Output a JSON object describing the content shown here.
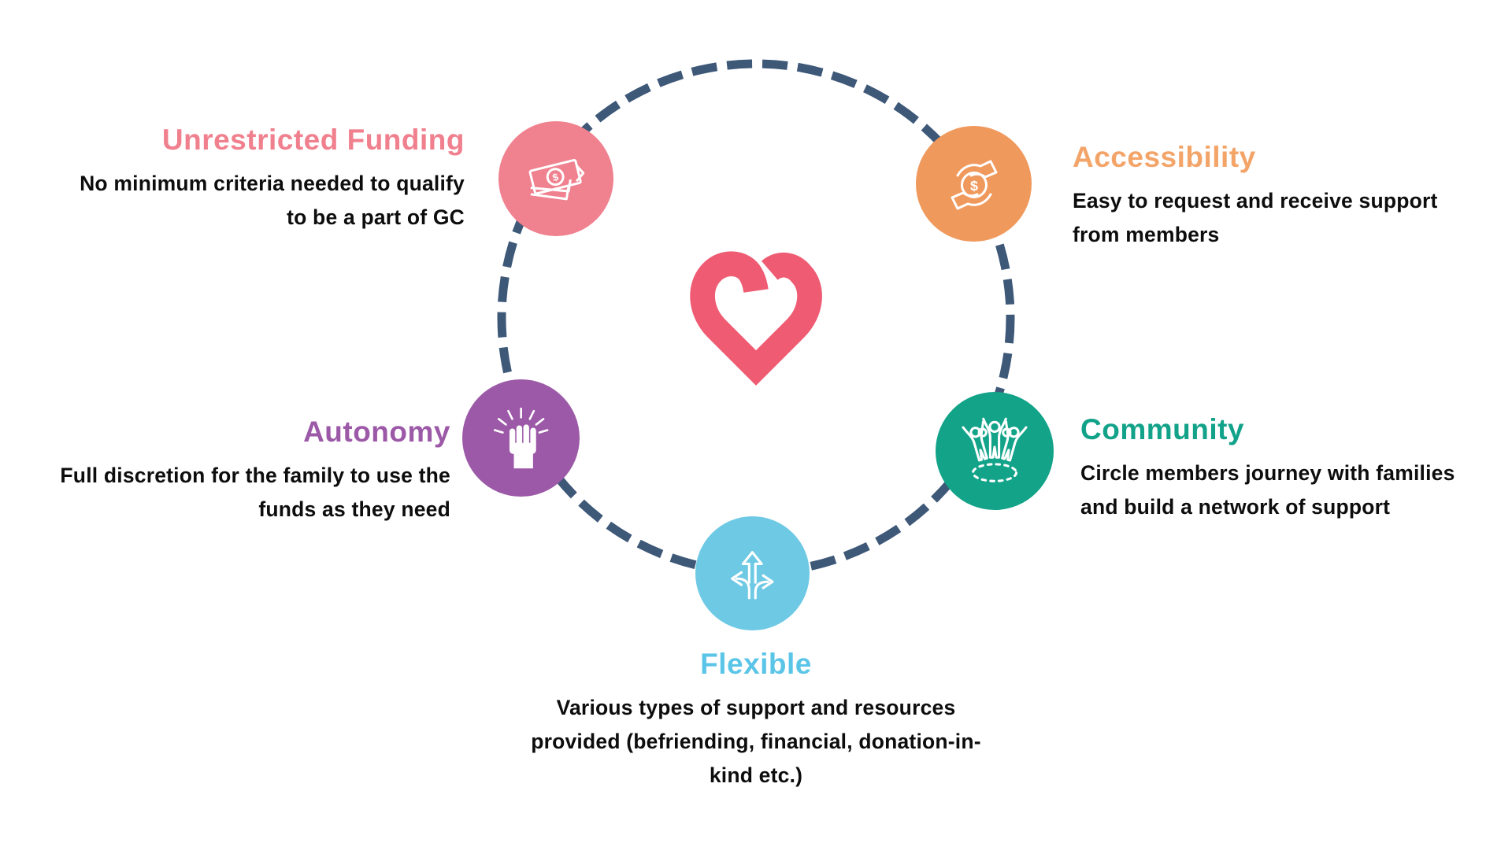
{
  "background_color": "#FFFFFF",
  "ring": {
    "color": "#3E5878"
  },
  "center_heart": {
    "color": "#EE5B72"
  },
  "text_color": "#0D0D0D",
  "nodes": [
    {
      "key": "unrestricted-funding",
      "title": "Unrestricted Funding",
      "description": "No minimum criteria needed to qualify\nto be a part of GC",
      "circle_color": "#F0818F",
      "title_color": "#F0808E",
      "icon": "money-bills-icon"
    },
    {
      "key": "accessibility",
      "title": "Accessibility",
      "description": "Easy to request and receive support\nfrom members",
      "circle_color": "#F0995D",
      "title_color": "#F3A469",
      "icon": "hands-exchanging-money-icon"
    },
    {
      "key": "autonomy",
      "title": "Autonomy",
      "description": "Full discretion for the family to use the\nfunds as they need",
      "circle_color": "#9C59A7",
      "title_color": "#9C59A7",
      "icon": "raised-fist-icon"
    },
    {
      "key": "community",
      "title": "Community",
      "description": "Circle members journey with families\nand build a network of support",
      "circle_color": "#12A389",
      "title_color": "#12A289",
      "icon": "people-group-icon"
    },
    {
      "key": "flexible",
      "title": "Flexible",
      "description": "Various types of support and resources\nprovided (befriending, financial, donation-in-\nkind etc.)",
      "circle_color": "#6EC9E4",
      "title_color": "#5BC5E8",
      "icon": "branching-arrows-icon"
    }
  ]
}
